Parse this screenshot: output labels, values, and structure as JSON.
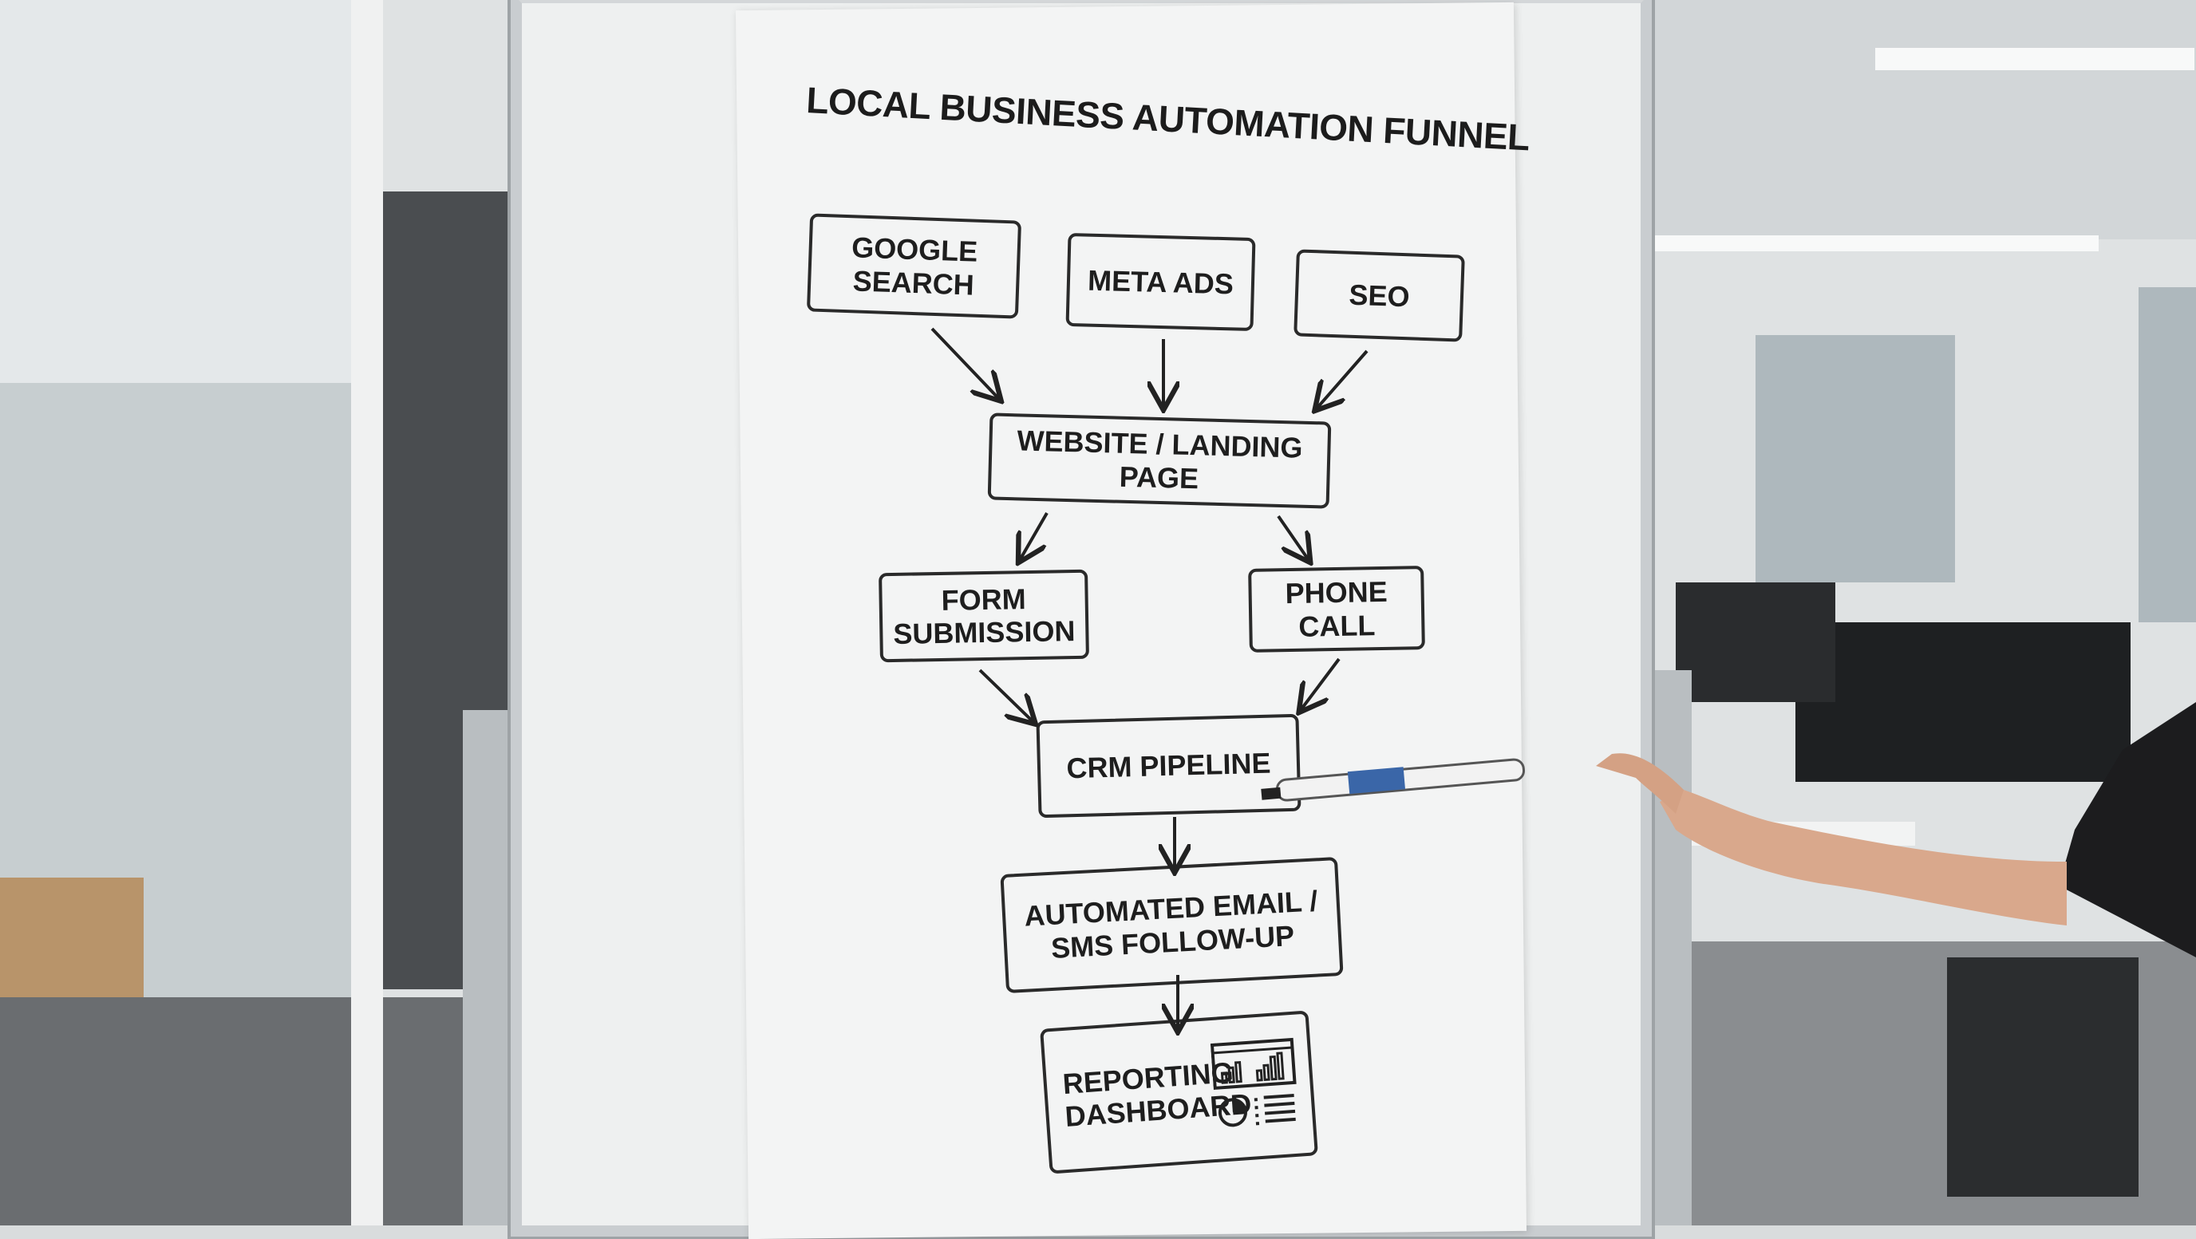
{
  "diagram": {
    "title": "LOCAL BUSINESS AUTOMATION FUNNEL",
    "nodes": {
      "google_search": "GOOGLE SEARCH",
      "meta_ads": "META ADS",
      "seo": "SEO",
      "website": "WEBSITE / LANDING PAGE",
      "form_submission": "FORM SUBMISSION",
      "phone_call": "PHONE CALL",
      "crm_pipeline": "CRM PIPELINE",
      "automated_followup": "AUTOMATED EMAIL / SMS FOLLOW-UP",
      "reporting_dashboard": "REPORTING DASHBOARD"
    },
    "edges": [
      [
        "google_search",
        "website"
      ],
      [
        "meta_ads",
        "website"
      ],
      [
        "seo",
        "website"
      ],
      [
        "website",
        "form_submission"
      ],
      [
        "website",
        "phone_call"
      ],
      [
        "form_submission",
        "crm_pipeline"
      ],
      [
        "phone_call",
        "crm_pipeline"
      ],
      [
        "crm_pipeline",
        "automated_followup"
      ],
      [
        "automated_followup",
        "reporting_dashboard"
      ]
    ]
  },
  "colors": {
    "ink": "#1e1e1e",
    "paper": "#f3f4f4",
    "board_frame": "#c9cdd0"
  }
}
